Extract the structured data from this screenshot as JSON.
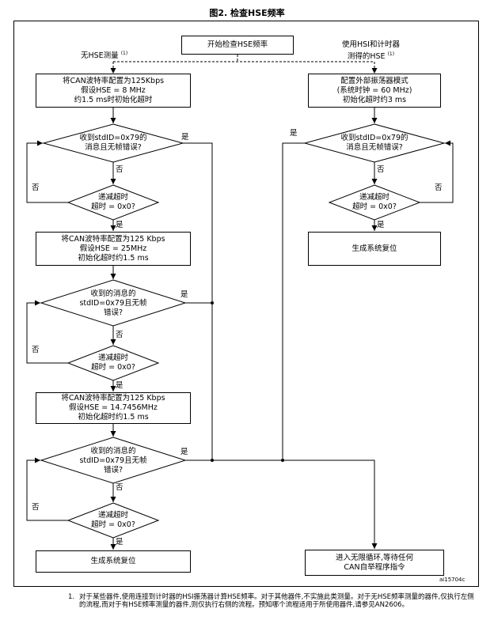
{
  "title": "图2. 检查HSE频率",
  "start": "开始检查HSE频率",
  "branch_left": "无HSE测量",
  "branch_left_note": "(1)",
  "branch_right": "使用HSI和计时器\n测得的HSE",
  "branch_right_note": "(1)",
  "left": {
    "config1": "将CAN波特率配置为125Kbps\n假设HSE = 8 MHz\n约1.5 ms时初始化超时",
    "check1": "收到stdID=0x79的\n消息且无帧错误?",
    "timeout1": "递减超时\n超时 = 0x0?",
    "config2": "将CAN波特率配置为125 Kbps\n假设HSE = 25MHz\n初始化超时约1.5 ms",
    "check2": "收到的消息的\nstdID=0x79且无帧\n错误?",
    "timeout2": "递减超时\n超时 = 0x0?",
    "config3": "将CAN波特率配置为125 Kbps\n假设HSE = 14.7456MHz\n初始化超时约1.5 ms",
    "check3": "收到的消息的\nstdID=0x79且无帧\n错误?",
    "timeout3": "递减超时\n超时 = 0x0?",
    "reset": "生成系统复位"
  },
  "right": {
    "config": "配置外部振荡器模式\n(系统时钟 = 60 MHz)\n初始化超时约3 ms",
    "check": "收到stdID=0x79的\n消息且无帧错误?",
    "timeout": "递减超时\n超时 = 0x0?",
    "reset": "生成系统复位",
    "loop": "进入无限循环,等待任何\nCAN自举程序指令"
  },
  "labels": {
    "yes": "是",
    "no": "否"
  },
  "doc_id": "ai15704c",
  "footnote": {
    "num": "1.",
    "text": "对于某些器件,使用连接到计时器的HSI振荡器计算HSE频率。对于其他器件,不实施此类测量。对于无HSE频率测量的器件,仅执行左侧的流程,而对于有HSE频率测量的器件,则仅执行右侧的流程。预知哪个流程适用于所使用器件,请参见AN2606。"
  }
}
